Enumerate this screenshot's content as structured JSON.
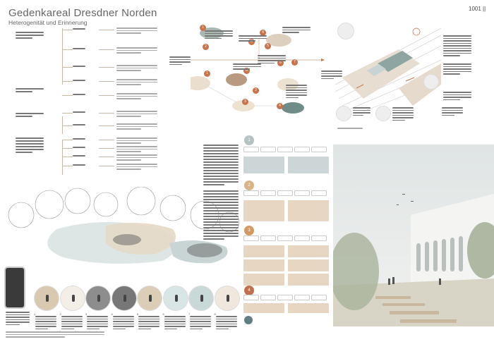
{
  "header": {
    "title": "Gedenkareal Dresdner Norden",
    "subtitle": "Heterogenität und Erinnerung",
    "page_number": "1001",
    "page_mark": "||"
  },
  "timeline": {
    "badges": [
      "1",
      "2",
      "3",
      "4",
      "5",
      "6",
      "7",
      "8"
    ]
  },
  "sequence": {
    "steps": [
      "1",
      "2",
      "3",
      "4",
      "5",
      "6",
      "7",
      "8"
    ]
  },
  "flow": {
    "stages": [
      "1",
      "2",
      "3",
      "4"
    ]
  },
  "colors": {
    "accent": "#c8734a",
    "teal": "#9fb5b3",
    "beige": "#dcc9ae",
    "grey_box": "#cdd6d6"
  }
}
